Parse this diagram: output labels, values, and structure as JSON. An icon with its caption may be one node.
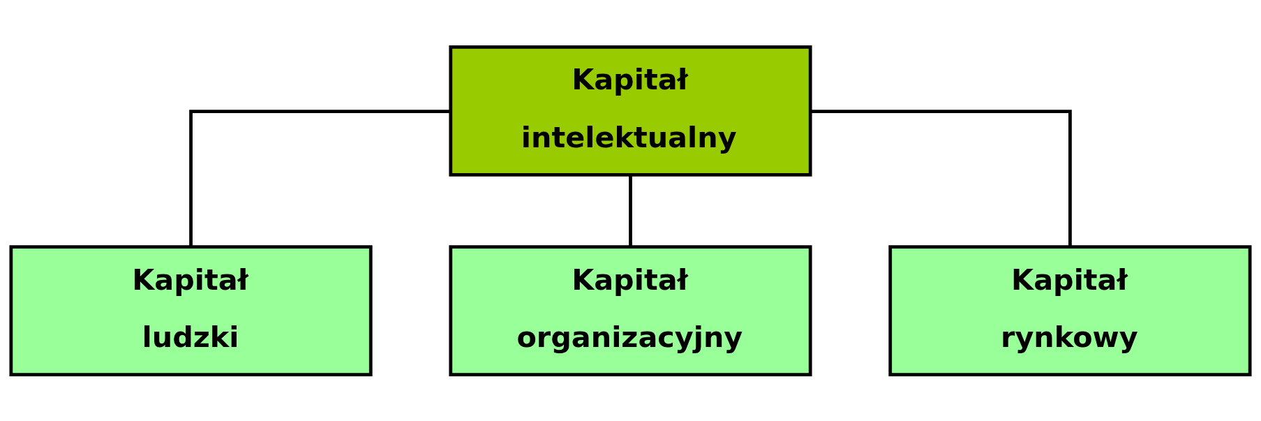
{
  "diagram": {
    "nodes": [
      {
        "text": [
          "Kapitał intelektualny"
        ]
      },
      {
        "text": [
          "Kapitał ludzki"
        ]
      },
      {
        "text": [
          "Kapitał organizacyjny"
        ]
      },
      {
        "text": [
          "Kapitał rynkowy"
        ]
      }
    ],
    "edges": [
      {
        "from": 0,
        "to": 1,
        "arrow": "none"
      },
      {
        "from": 0,
        "to": 2,
        "arrow": "none"
      },
      {
        "from": 0,
        "to": 3,
        "arrow": "none"
      }
    ]
  }
}
